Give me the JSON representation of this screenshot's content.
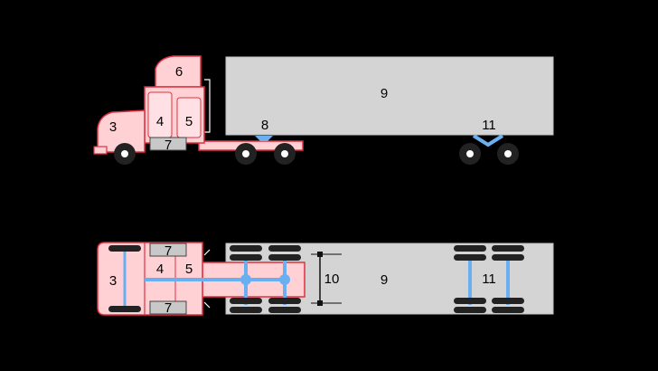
{
  "colors": {
    "background": "#000000",
    "tractor_fill": "#ffd0d4",
    "tractor_stroke": "#e03040",
    "trailer_fill": "#d4d4d4",
    "tank_fill": "#c8c8c8",
    "axle_blue": "#6ab0f0",
    "tire": "#222222",
    "hub": "#ffffff"
  },
  "labels": {
    "front_axle": "3",
    "cab_front": "4",
    "cab_rear": "5",
    "sleeper": "6",
    "fuel_tank": "7",
    "fifth_wheel": "8",
    "trailer": "9",
    "trailer_width": "10",
    "trailer_axles": "11"
  }
}
